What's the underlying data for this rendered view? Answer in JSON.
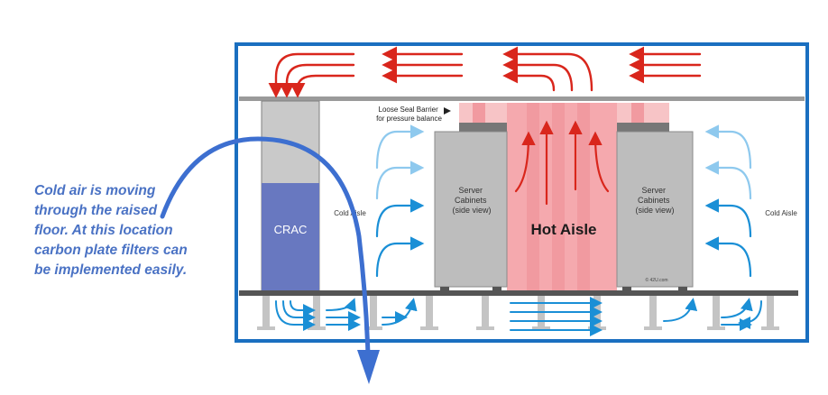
{
  "annotation": {
    "lines": [
      "Cold air is moving",
      "through the raised",
      "floor. At this location",
      "carbon plate filters can",
      "be implemented easily."
    ],
    "color": "#4a72c4"
  },
  "diagram": {
    "barrier_label_line1": "Loose Seal Barrier",
    "barrier_label_line2": "for pressure balance",
    "crac_label": "CRAC",
    "cold_aisle_left": "Cold Aisle",
    "cold_aisle_right": "Cold Aisle",
    "hot_aisle": "Hot Aisle",
    "cabinet_left": [
      "Server",
      "Cabinets",
      "(side view)"
    ],
    "cabinet_right": [
      "Server",
      "Cabinets",
      "(side view)"
    ],
    "credit": "© 42U.com"
  },
  "colors": {
    "frame": "#1a6fc0",
    "hot_arrow": "#d9261c",
    "cold_arrow": "#1a8fd6",
    "cold_arrow_light": "#8ec9ee",
    "crac": "#6878c0",
    "hot_zone": "#f5a9ae",
    "cabinet": "#bdbdbd",
    "floor": "#555555",
    "pointer_arrow": "#3d6fd0"
  }
}
